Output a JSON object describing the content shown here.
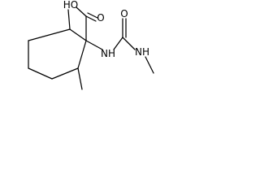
{
  "molecule": {
    "labels": {
      "hydroxyl": "HO",
      "carbonyl_oxygen_acid": "O",
      "carbonyl_oxygen_urea": "O",
      "amide_nh": "NH",
      "terminal_nh": "NH"
    }
  }
}
